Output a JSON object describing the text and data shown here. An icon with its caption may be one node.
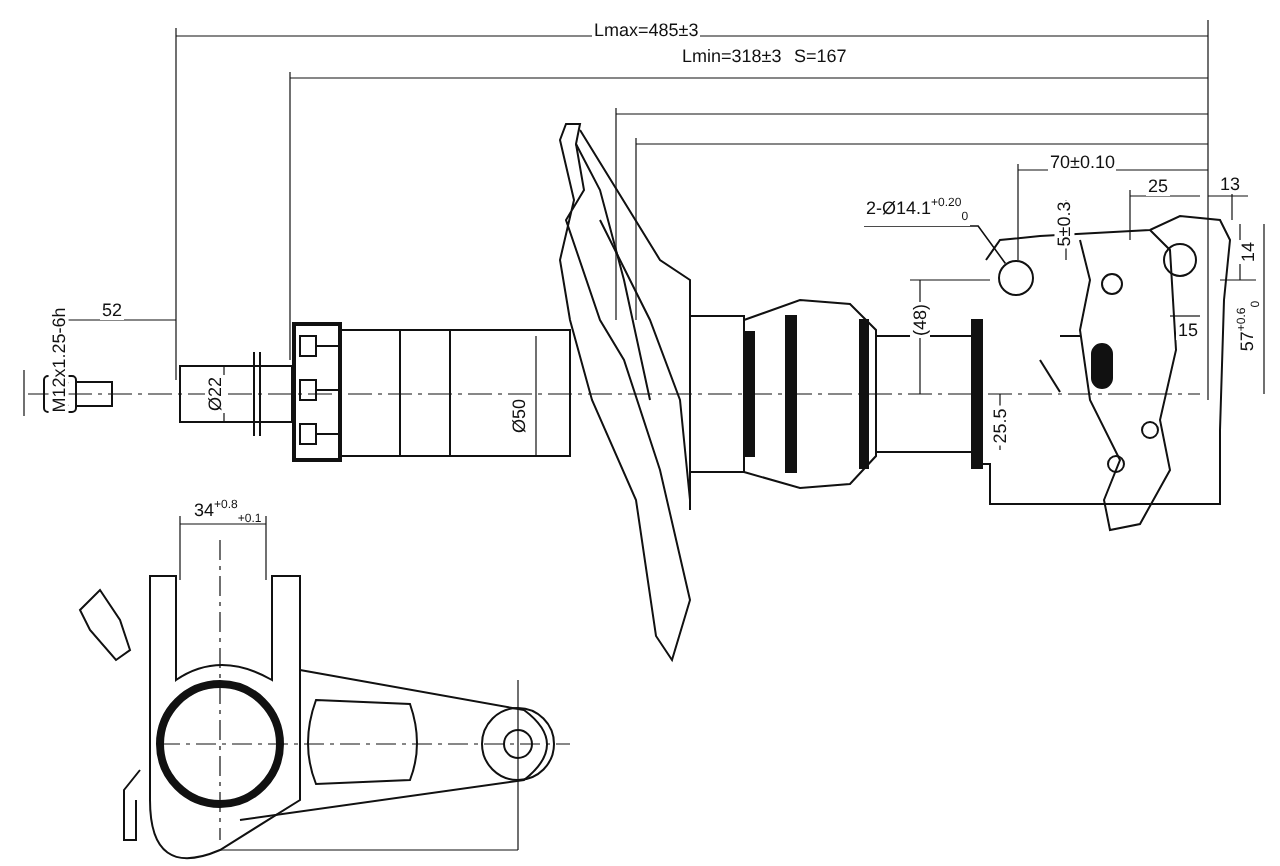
{
  "diagram": {
    "nodes": [
      {
        "text": [
          "2-Ø14.1$^{+0.20}$$_{0}$"
        ]
      },
      {
        "text": [],
        "shape": "circle"
      }
    ],
    "edges": [
      {
        "from": 0,
        "to": 1,
        "arrow": "none"
      }
    ],
    "labels": [
      "Lmax=485±3",
      "Lmin=318±3",
      "S=167",
      "70±0.10",
      "13",
      "25",
      "5±0.3",
      "14",
      "M12x1.25-6h",
      "52",
      "(48)",
      "15",
      "57$^{+0.6}$$_{0}$",
      "Ø22",
      "Ø50",
      "25.5",
      "34$^{+0.8}$$_{+0.1}$"
    ]
  }
}
